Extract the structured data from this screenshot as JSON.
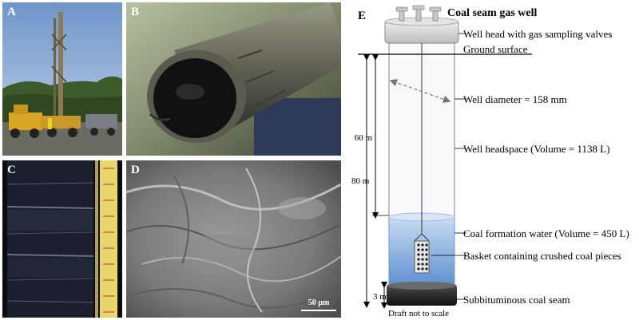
{
  "panels": {
    "a": {
      "label": "A"
    },
    "b": {
      "label": "B"
    },
    "c": {
      "label": "C"
    },
    "d": {
      "label": "D",
      "scale_bar": "50 µm"
    },
    "e": {
      "label": "E"
    }
  },
  "diagram": {
    "title": "Coal seam gas well",
    "callouts": {
      "well_head": "Well head with gas sampling valves",
      "ground_surface": "Ground surface",
      "well_diameter": "Well diameter = 158 mm",
      "headspace": "Well headspace (Volume = 1138 L)",
      "formation_water": "Coal formation water (Volume = 450 L)",
      "basket": "Basket containing crushed coal pieces",
      "coal_seam": "Subbituminous coal seam"
    },
    "dimensions": {
      "depth_total": "80 m",
      "depth_water": "60 m",
      "seam_thickness": "3 m"
    },
    "footnote": "Draft not to scale"
  }
}
